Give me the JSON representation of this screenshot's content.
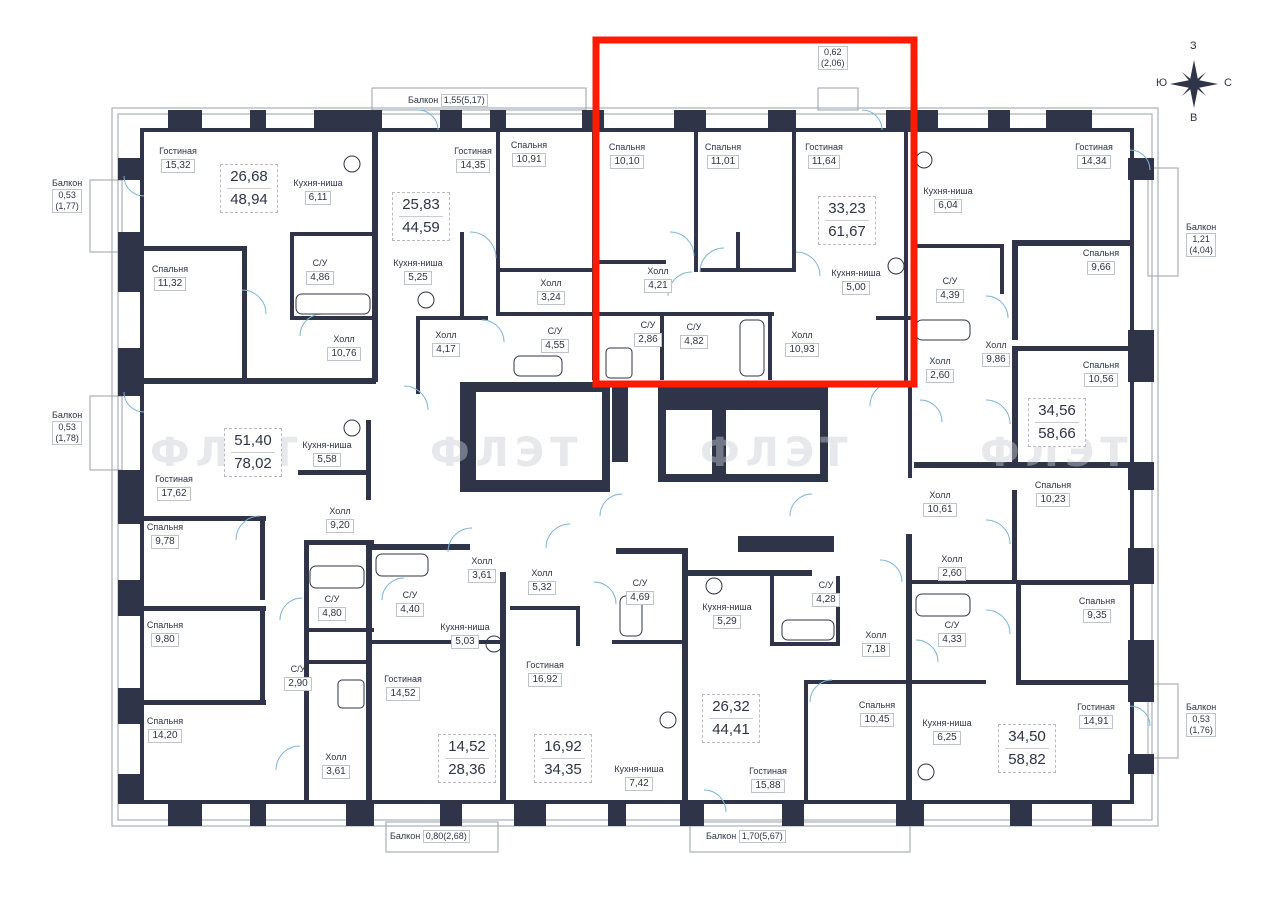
{
  "compass": {
    "n": "З",
    "w": "Ю",
    "e": "С",
    "s": "В"
  },
  "highlight_color": "#ff1a00",
  "wall_color": "#2f3448",
  "apartments": [
    {
      "id": "a1",
      "living": "26,68",
      "total": "48,94"
    },
    {
      "id": "a2",
      "living": "25,83",
      "total": "44,59"
    },
    {
      "id": "a3",
      "living": "33,23",
      "total": "61,67"
    },
    {
      "id": "a4",
      "living": "34,56",
      "total": "58,66"
    },
    {
      "id": "a5",
      "living": "51,40",
      "total": "78,02"
    },
    {
      "id": "a6",
      "living": "14,52",
      "total": "28,36"
    },
    {
      "id": "a7",
      "living": "16,92",
      "total": "34,35"
    },
    {
      "id": "a8",
      "living": "26,32",
      "total": "44,41"
    },
    {
      "id": "a9",
      "living": "34,50",
      "total": "58,82"
    }
  ],
  "rooms": [
    {
      "name": "Гостиная",
      "area": "15,32"
    },
    {
      "name": "Кухня-ниша",
      "area": "6,11"
    },
    {
      "name": "Спальня",
      "area": "11,32"
    },
    {
      "name": "С/У",
      "area": "4,86"
    },
    {
      "name": "Холл",
      "area": "10,76"
    },
    {
      "name": "Гостиная",
      "area": "14,35"
    },
    {
      "name": "Кухня-ниша",
      "area": "5,25"
    },
    {
      "name": "Холл",
      "area": "4,17"
    },
    {
      "name": "Спальня",
      "area": "10,91"
    },
    {
      "name": "Холл",
      "area": "3,24"
    },
    {
      "name": "С/У",
      "area": "4,55"
    },
    {
      "name": "Спальня",
      "area": "10,10"
    },
    {
      "name": "Спальня",
      "area": "11,01"
    },
    {
      "name": "Гостиная",
      "area": "11,64"
    },
    {
      "name": "Холл",
      "area": "4,21"
    },
    {
      "name": "С/У",
      "area": "2,86"
    },
    {
      "name": "С/У",
      "area": "4,82"
    },
    {
      "name": "Кухня-ниша",
      "area": "5,00"
    },
    {
      "name": "Холл",
      "area": "10,93"
    },
    {
      "name": "Кухня-ниша",
      "area": "6,04"
    },
    {
      "name": "Гостиная",
      "area": "14,34"
    },
    {
      "name": "С/У",
      "area": "4,39"
    },
    {
      "name": "Спальня",
      "area": "9,66"
    },
    {
      "name": "Холл",
      "area": "9,86"
    },
    {
      "name": "Холл",
      "area": "2,60"
    },
    {
      "name": "Спальня",
      "area": "10,56"
    },
    {
      "name": "Кухня-ниша",
      "area": "5,58"
    },
    {
      "name": "Гостиная",
      "area": "17,62"
    },
    {
      "name": "Холл",
      "area": "9,20"
    },
    {
      "name": "Спальня",
      "area": "9,78"
    },
    {
      "name": "Спальня",
      "area": "9,80"
    },
    {
      "name": "С/У",
      "area": "4,80"
    },
    {
      "name": "С/У",
      "area": "2,90"
    },
    {
      "name": "Спальня",
      "area": "14,20"
    },
    {
      "name": "Холл",
      "area": "3,61"
    },
    {
      "name": "Холл",
      "area": "3,61"
    },
    {
      "name": "С/У",
      "area": "4,40"
    },
    {
      "name": "Кухня-ниша",
      "area": "5,03"
    },
    {
      "name": "Гостиная",
      "area": "14,52"
    },
    {
      "name": "Холл",
      "area": "5,32"
    },
    {
      "name": "С/У",
      "area": "4,69"
    },
    {
      "name": "Гостиная",
      "area": "16,92"
    },
    {
      "name": "Кухня-ниша",
      "area": "7,42"
    },
    {
      "name": "Кухня-ниша",
      "area": "5,29"
    },
    {
      "name": "С/У",
      "area": "4,28"
    },
    {
      "name": "Холл",
      "area": "7,18"
    },
    {
      "name": "Спальня",
      "area": "10,45"
    },
    {
      "name": "Гостиная",
      "area": "15,88"
    },
    {
      "name": "Холл",
      "area": "10,61"
    },
    {
      "name": "Спальня",
      "area": "10,23"
    },
    {
      "name": "Холл",
      "area": "2,60"
    },
    {
      "name": "С/У",
      "area": "4,33"
    },
    {
      "name": "Спальня",
      "area": "9,35"
    },
    {
      "name": "Кухня-ниша",
      "area": "6,25"
    },
    {
      "name": "Гостиная",
      "area": "14,91"
    }
  ],
  "balconies": [
    {
      "label": "Балкон",
      "value": "1,55(5,17)"
    },
    {
      "label": "",
      "value": "0,62\n(2,06)"
    },
    {
      "label": "Балкон",
      "value": "0,53\n(1,77)"
    },
    {
      "label": "Балкон",
      "value": "1,21\n(4,04)"
    },
    {
      "label": "Балкон",
      "value": "0,53\n(1,78)"
    },
    {
      "label": "Балкон",
      "value": "0,53\n(1,76)"
    },
    {
      "label": "Балкон",
      "value": "0,80(2,68)"
    },
    {
      "label": "Балкон",
      "value": "1,70(5,67)"
    }
  ],
  "watermark": "ФЛЭТ"
}
